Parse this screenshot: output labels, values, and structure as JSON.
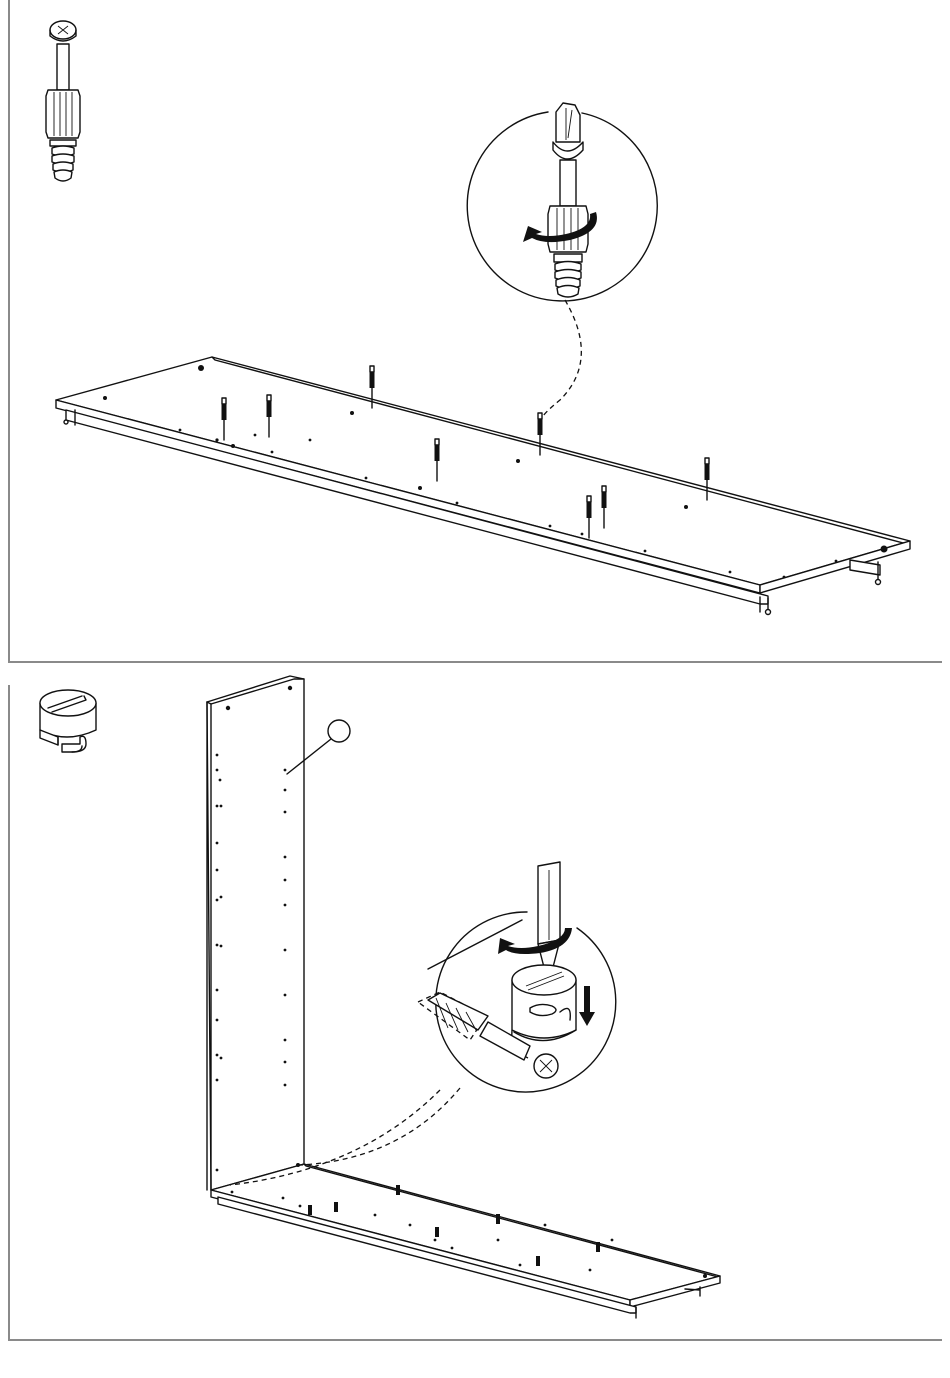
{
  "steps": [
    {
      "id": "step-1",
      "part_icon": "cam-bolt-icon",
      "detail": "screwdriver-turning-cam-bolt-icon",
      "rotation": "clockwise"
    },
    {
      "id": "step-2",
      "part_icon": "cam-lock-icon",
      "detail": "screwdriver-tightening-cam-lock-icon",
      "rotation": "clockwise",
      "push_direction": "down"
    }
  ],
  "colors": {
    "line": "#111111",
    "panel_border": "#8a8a8a",
    "background": "#ffffff"
  }
}
